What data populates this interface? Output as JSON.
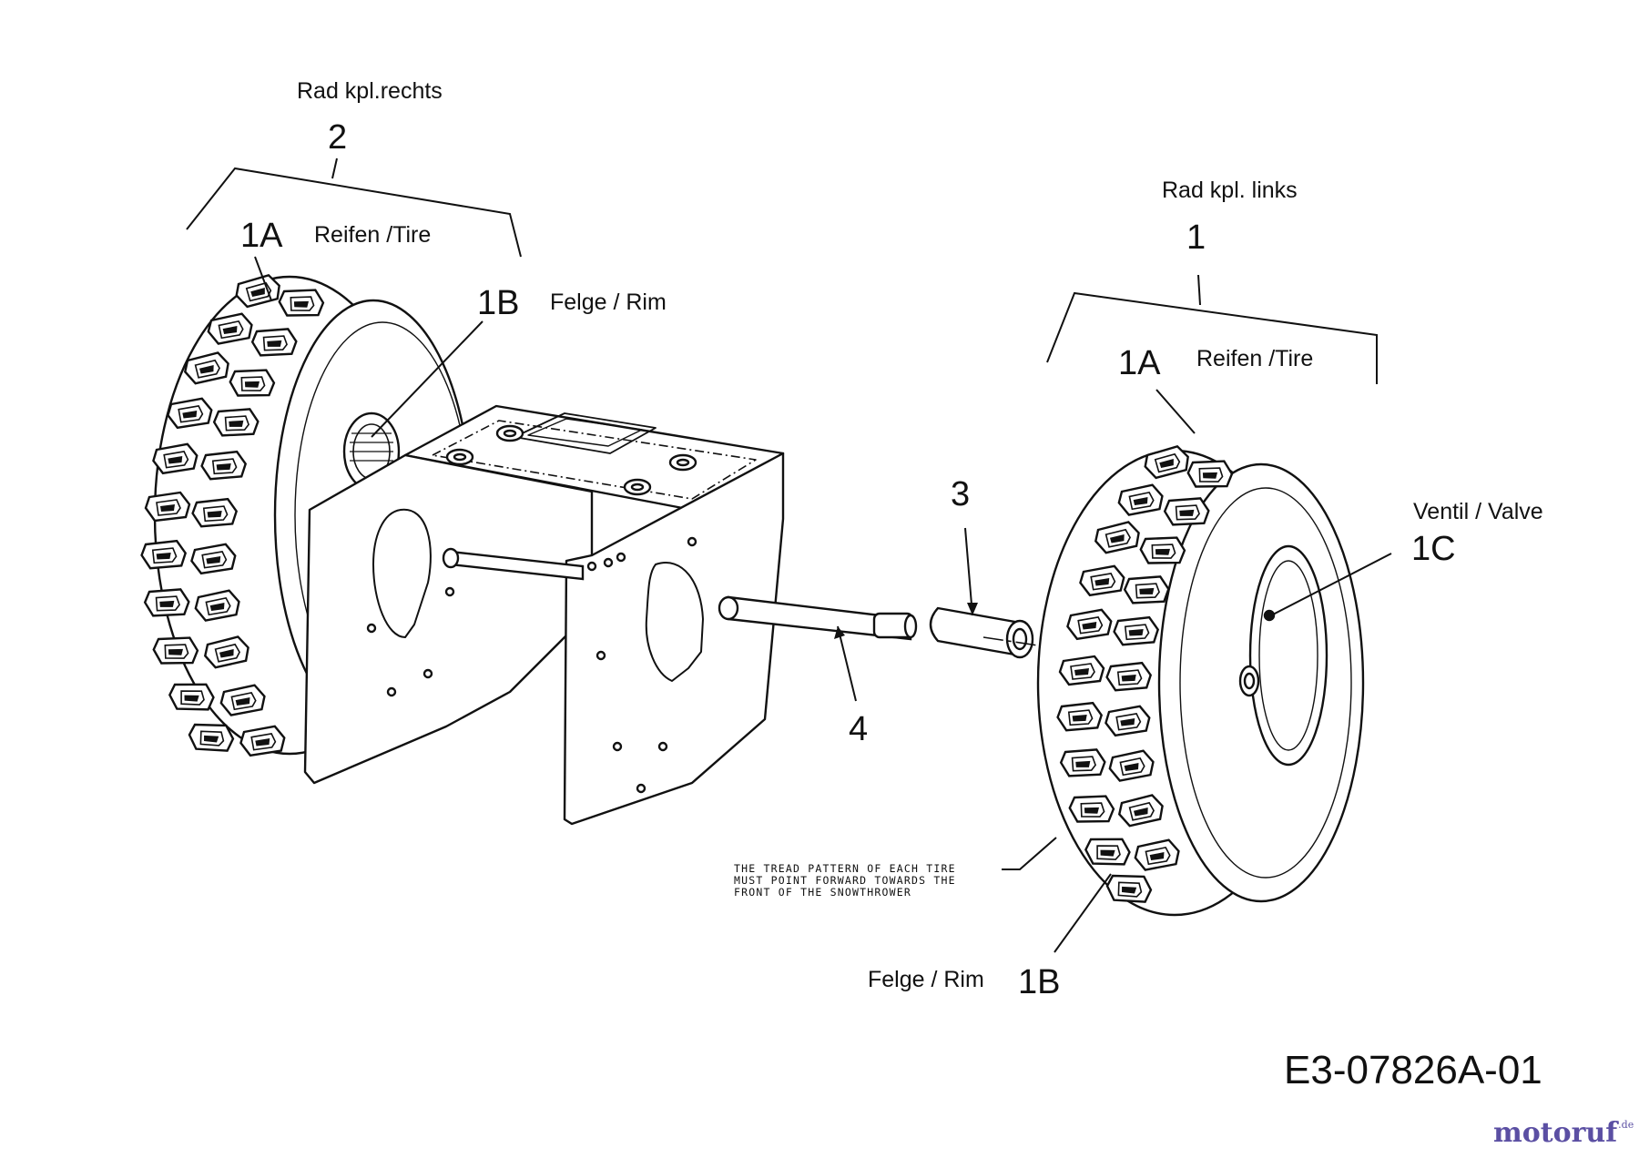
{
  "assembly": {
    "right_wheel": {
      "number": "2",
      "label": "Rad kpl.rechts"
    },
    "left_wheel": {
      "number": "1",
      "label": "Rad kpl. links"
    }
  },
  "callouts": {
    "tire_right": {
      "number": "1A",
      "label": "Reifen /Tire"
    },
    "rim_right": {
      "number": "1B",
      "label": "Felge / Rim"
    },
    "tire_left": {
      "number": "1A",
      "label": "Reifen /Tire"
    },
    "valve_left": {
      "number": "1C",
      "label": "Ventil / Valve"
    },
    "rim_left": {
      "number": "1B",
      "label": "Felge / Rim"
    },
    "spacer": {
      "number": "3"
    },
    "axle": {
      "number": "4"
    }
  },
  "note": "THE TREAD PATTERN OF EACH TIRE\nMUST POINT FORWARD TOWARDS THE\nFRONT OF THE SNOWTHROWER",
  "drawing_number": "E3-07826A-01",
  "watermark": {
    "brand": "motoruf",
    "tld": ".de"
  },
  "colors": {
    "line": "#111111",
    "watermark_primary": "#5b4fa3",
    "watermark_accent": "#e39a2c"
  }
}
